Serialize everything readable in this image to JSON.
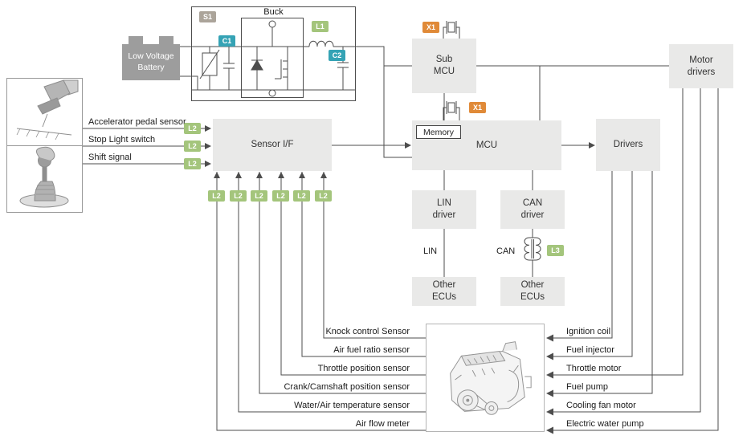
{
  "power_section": {
    "battery": "Low Voltage\nBattery",
    "buck": "Buck",
    "tags": {
      "s1": "S1",
      "c1": "C1",
      "l1": "L1",
      "c2": "C2"
    }
  },
  "blocks": {
    "sensor_if": "Sensor I/F",
    "sub_mcu": "Sub\nMCU",
    "mcu": "MCU",
    "memory": "Memory",
    "drivers": "Drivers",
    "motor_drivers": "Motor\ndrivers",
    "lin_driver": "LIN\ndriver",
    "can_driver": "CAN\ndriver",
    "other_ecus_lin": "Other\nECUs",
    "other_ecus_can": "Other\nECUs"
  },
  "buses": {
    "lin": "LIN",
    "can": "CAN",
    "can_choke_tag": "L3"
  },
  "mcu_tags": {
    "sub_mcu_xtal": "X1",
    "mcu_xtal": "X1"
  },
  "inputs": [
    {
      "label": "Accelerator pedal sensor",
      "tag": "L2"
    },
    {
      "label": "Stop Light switch",
      "tag": "L2"
    },
    {
      "label": "Shift signal",
      "tag": "L2"
    }
  ],
  "engine_sensors": [
    {
      "label": "Knock control Sensor",
      "tag": "L2"
    },
    {
      "label": "Air fuel ratio sensor",
      "tag": "L2"
    },
    {
      "label": "Throttle position sensor",
      "tag": "L2"
    },
    {
      "label": "Crank/Camshaft position sensor",
      "tag": "L2"
    },
    {
      "label": "Water/Air temperature sensor",
      "tag": "L2"
    },
    {
      "label": "Air flow meter",
      "tag": "L2"
    }
  ],
  "actuators": [
    {
      "label": "Ignition coil"
    },
    {
      "label": "Fuel injector"
    },
    {
      "label": "Throttle motor"
    },
    {
      "label": "Fuel pump"
    },
    {
      "label": "Cooling fan motor"
    },
    {
      "label": "Electric water pump"
    }
  ],
  "colors": {
    "block_fill": "#e9e9e8",
    "battery_fill": "#9d9d9d",
    "tag_green": "#a4c57c",
    "tag_orange": "#e08a38",
    "tag_teal": "#35a3b5",
    "tag_gray": "#aba49a",
    "wire": "#4d4d4d"
  }
}
